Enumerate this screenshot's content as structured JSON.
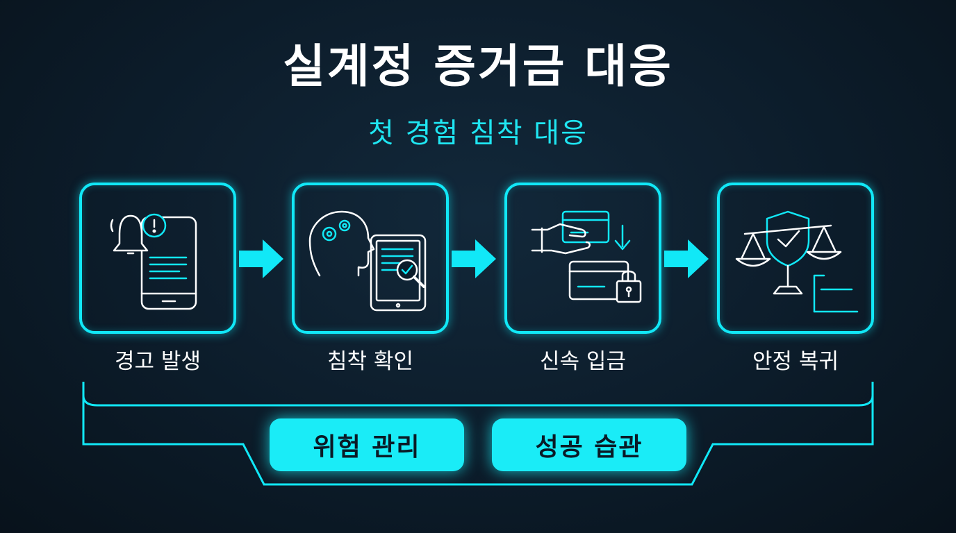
{
  "title": "실계정 증거금 대응",
  "subtitle": "첫 경험 침착 대응",
  "steps": [
    {
      "label": "경고 발생",
      "icon": "phone-alert-icon"
    },
    {
      "label": "침착 확인",
      "icon": "head-checklist-icon"
    },
    {
      "label": "신속 입금",
      "icon": "card-deposit-icon"
    },
    {
      "label": "안정 복귀",
      "icon": "shield-scale-icon"
    }
  ],
  "outcomes": [
    {
      "label": "위험 관리"
    },
    {
      "label": "성공 습관"
    }
  ],
  "colors": {
    "accent": "#11e8f7",
    "background": "#0c1c2a",
    "text": "#ffffff",
    "pill_text": "#0a1a26"
  }
}
